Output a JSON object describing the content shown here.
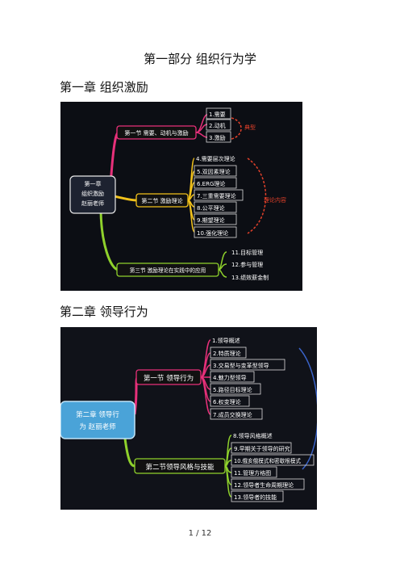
{
  "part_title": "第一部分 组织行为学",
  "chapter1": {
    "title": "第一章 组织激励",
    "root": [
      "第一章",
      "组织激励",
      "赵丽老师"
    ],
    "sections": [
      {
        "label": "第一节 需要、动机与激励",
        "items": [
          "1.需要",
          "2.动机",
          "3.激励"
        ],
        "note": "典型"
      },
      {
        "label": "第二节 激励理论",
        "items": [
          "4.需要层次理论",
          "5.双因素理论",
          "6.ERG理论",
          "7.三重需要理论",
          "8.公平理论",
          "9.期望理论",
          "10.强化理论"
        ],
        "note": "理论内容"
      },
      {
        "label": "第三节 激励理论在实践中的应用",
        "items": [
          "11.目标管理",
          "12.参与管理",
          "13.绩效薪金制"
        ]
      }
    ],
    "colors": {
      "sec1": "#e8307a",
      "sec2": "#f2c21b",
      "sec3": "#8fd12c",
      "note": "#e0402a"
    }
  },
  "chapter2": {
    "title": "第二章 领导行为",
    "root": [
      "第二章 领导行",
      "为 赵丽老师"
    ],
    "sections": [
      {
        "label": "第一节 领导行为",
        "items": [
          "1.领导概述",
          "2.特质理论",
          "3.交易型与变革型领导",
          "4.魅力型领导",
          "5.路径目标理论",
          "6.权变理论",
          "7.成员交换理论"
        ]
      },
      {
        "label": "第二节领导风格与技能",
        "items": [
          "8.领导风格概述",
          "9.早期关于领导的研究",
          "10.俄亥俄模式和密歇根模式",
          "11.管理方格图",
          "12.领导者生命周期理论",
          "13.领导者的技能"
        ]
      }
    ],
    "colors": {
      "root_fill": "#4aa3d8",
      "sec1": "#e8307a",
      "sec2": "#8fd12c"
    }
  },
  "page_number": "1 / 12"
}
